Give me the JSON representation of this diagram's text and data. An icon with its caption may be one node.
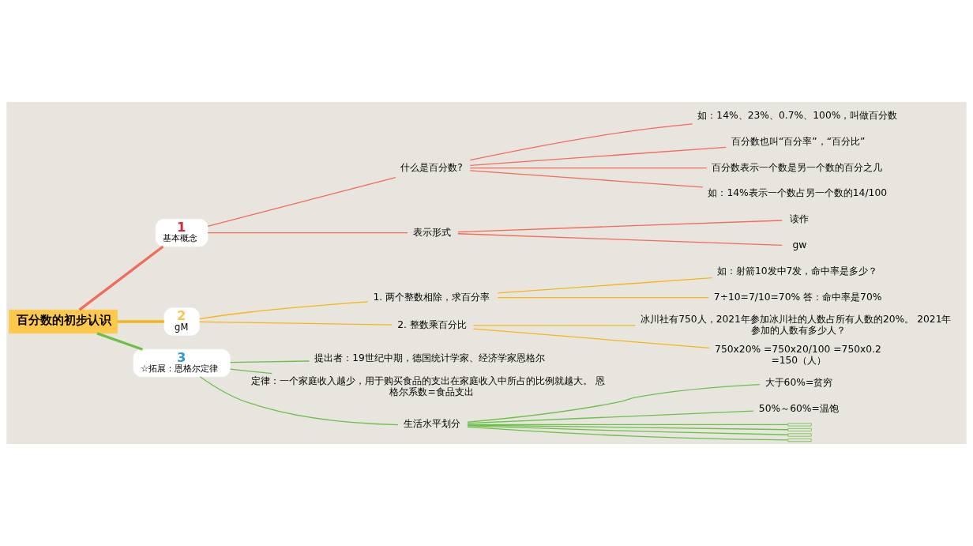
{
  "diagram": {
    "nodes": [
      {
        "text": [
          "百分数的初步认识"
        ]
      },
      {
        "text": [
          "1",
          "基本概念"
        ]
      },
      {
        "text": [
          "什么是百分数?"
        ]
      },
      {
        "text": [
          "如：14%、23%、0.7%、100%，叫做百分数"
        ]
      },
      {
        "text": [
          "百分数也叫“百分率”，“百分比”"
        ]
      },
      {
        "text": [
          "百分数表示一个数是另一个数的百分之几"
        ]
      },
      {
        "text": [
          "如：14%表示一个数占另一个数的14/100"
        ]
      },
      {
        "text": [
          "表示形式"
        ]
      },
      {
        "text": [
          "读作"
        ]
      },
      {
        "text": [
          "gw"
        ]
      },
      {
        "text": [
          "2",
          "gM"
        ]
      },
      {
        "text": [
          "1. 两个整数相除，求百分率"
        ]
      },
      {
        "text": [
          "如：射箭10发中7发，命中率是多少？"
        ]
      },
      {
        "text": [
          "7÷10=7/10=70% 答：命中率是70%"
        ]
      },
      {
        "text": [
          "2. 整数乘百分比"
        ]
      },
      {
        "text": [
          "冰川社有750人，2021年参加冰川社的人数占所有人数的20%。 2021年参加的人数有多少人？"
        ]
      },
      {
        "text": [
          "750x20% =750x20/100 =750x0.2 =150（人）"
        ]
      },
      {
        "text": [
          "3",
          "☆拓展：恩格尔定律"
        ]
      },
      {
        "text": [
          "提出者：19世纪中期，德国统计学家、经济学家恩格尔"
        ]
      },
      {
        "text": [
          "定律：一个家庭收入越少，用于购买食品的支出在家庭收入中所占的比例就越大。 恩格尔系数=食品支出"
        ]
      },
      {
        "text": [
          "生活水平划分"
        ]
      },
      {
        "text": [
          "大于60%=贫穷"
        ]
      },
      {
        "text": [
          "50%～60%=温饱"
        ]
      },
      {
        "text": [],
        "shape": "box"
      },
      {
        "text": [],
        "shape": "box"
      },
      {
        "text": [],
        "shape": "box"
      },
      {
        "text": [],
        "shape": "box"
      }
    ],
    "edges": [
      {
        "from": 0,
        "to": 1,
        "arrow": "none",
        "style": "thick",
        "color": "#f26b5b"
      },
      {
        "from": 1,
        "to": 2,
        "arrow": "none",
        "color": "#f26b5b"
      },
      {
        "from": 2,
        "to": 3,
        "arrow": "none",
        "color": "#f26b5b"
      },
      {
        "from": 2,
        "to": 4,
        "arrow": "none",
        "color": "#f26b5b"
      },
      {
        "from": 2,
        "to": 5,
        "arrow": "none",
        "color": "#f26b5b"
      },
      {
        "from": 2,
        "to": 6,
        "arrow": "none",
        "color": "#f26b5b"
      },
      {
        "from": 1,
        "to": 7,
        "arrow": "none",
        "color": "#f26b5b"
      },
      {
        "from": 7,
        "to": 8,
        "arrow": "none",
        "color": "#f26b5b"
      },
      {
        "from": 7,
        "to": 9,
        "arrow": "none",
        "color": "#f26b5b"
      },
      {
        "from": 0,
        "to": 10,
        "arrow": "none",
        "style": "thick",
        "color": "#f9b31b"
      },
      {
        "from": 10,
        "to": 11,
        "arrow": "none",
        "color": "#f9b31b"
      },
      {
        "from": 11,
        "to": 12,
        "arrow": "none",
        "color": "#f9b31b"
      },
      {
        "from": 11,
        "to": 13,
        "arrow": "none",
        "color": "#f9b31b"
      },
      {
        "from": 10,
        "to": 14,
        "arrow": "none",
        "color": "#f9b31b"
      },
      {
        "from": 14,
        "to": 15,
        "arrow": "none",
        "color": "#f9b31b"
      },
      {
        "from": 14,
        "to": 16,
        "arrow": "none",
        "color": "#f9b31b"
      },
      {
        "from": 0,
        "to": 17,
        "arrow": "none",
        "style": "thick",
        "color": "#6cc04a"
      },
      {
        "from": 17,
        "to": 18,
        "arrow": "none",
        "color": "#6cc04a"
      },
      {
        "from": 17,
        "to": 19,
        "arrow": "none",
        "color": "#6cc04a"
      },
      {
        "from": 17,
        "to": 20,
        "arrow": "none",
        "color": "#6cc04a"
      },
      {
        "from": 20,
        "to": 21,
        "arrow": "none",
        "color": "#6cc04a"
      },
      {
        "from": 20,
        "to": 22,
        "arrow": "none",
        "color": "#6cc04a"
      },
      {
        "from": 20,
        "to": 23,
        "arrow": "none",
        "color": "#6cc04a"
      },
      {
        "from": 20,
        "to": 24,
        "arrow": "none",
        "color": "#6cc04a"
      },
      {
        "from": 20,
        "to": 25,
        "arrow": "none",
        "color": "#6cc04a"
      },
      {
        "from": 20,
        "to": 26,
        "arrow": "none",
        "color": "#6cc04a"
      }
    ]
  }
}
